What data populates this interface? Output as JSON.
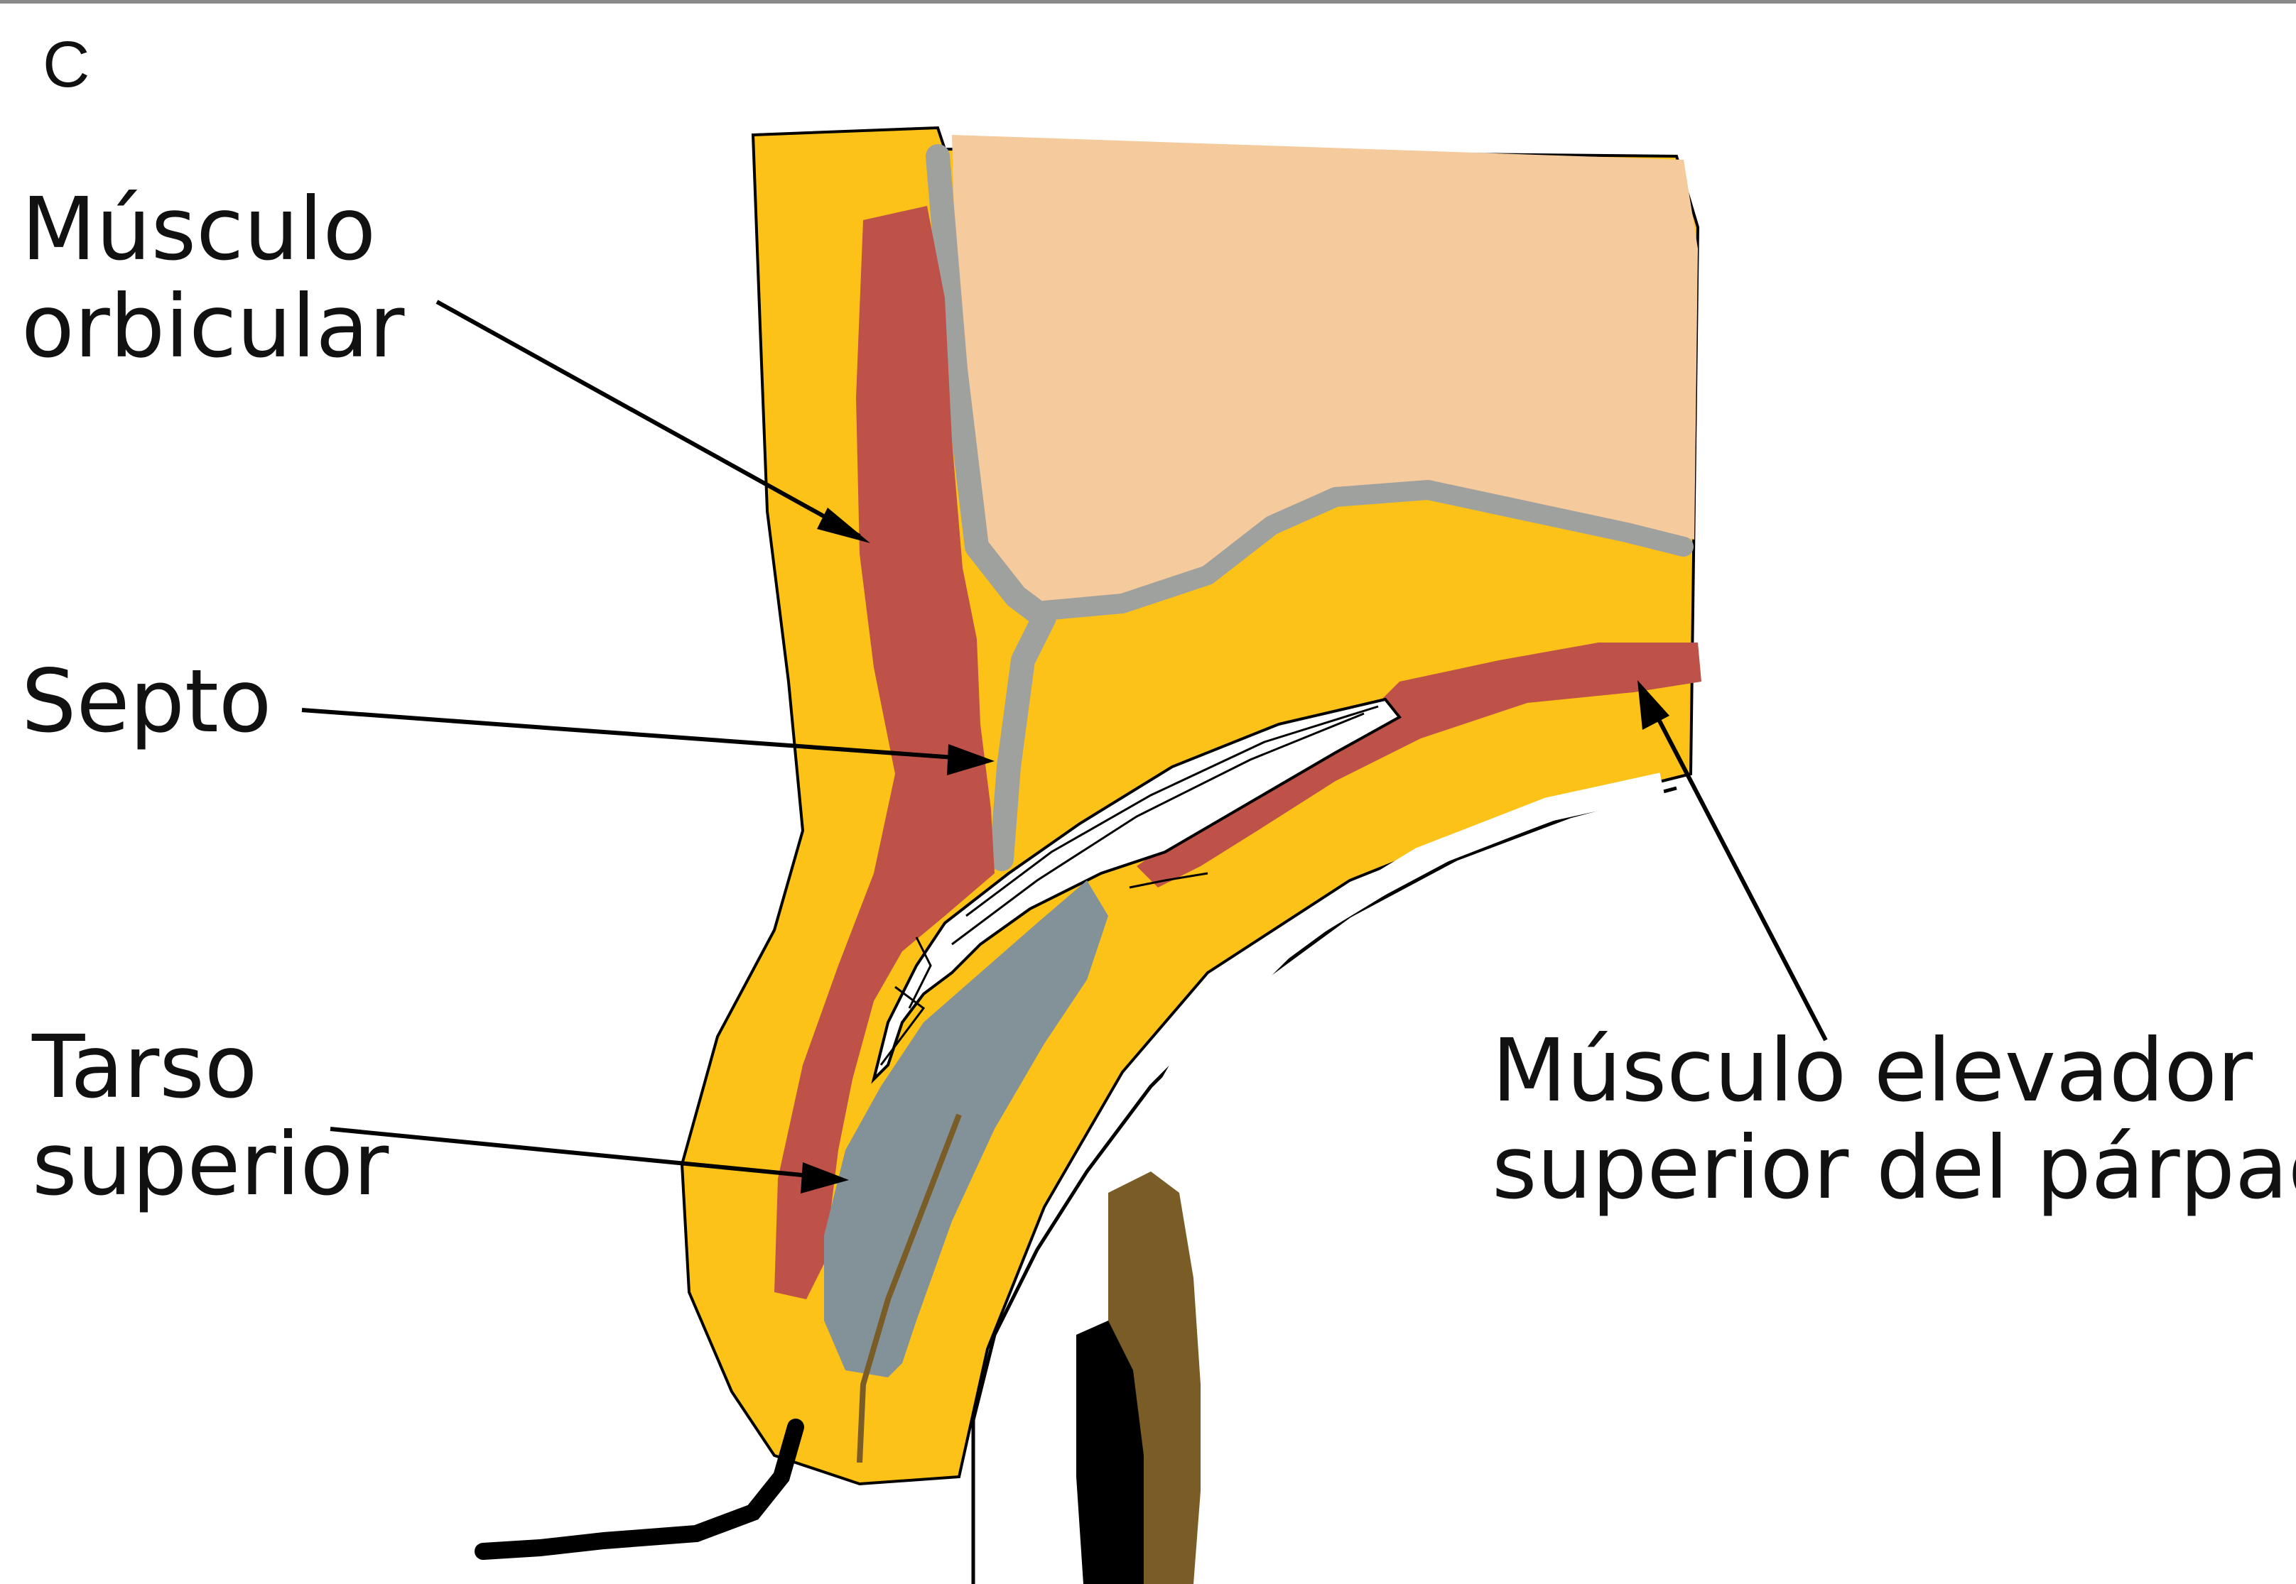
{
  "panel_letter": "C",
  "labels": {
    "orbicular": [
      "Músculo",
      "orbicular"
    ],
    "septo": "Septo",
    "tarso": [
      "Tarso",
      "superior"
    ],
    "elevador": [
      "Músculo elevador",
      "superior del párpado"
    ]
  },
  "colors": {
    "fat": "#FCC218",
    "muscle": "#BE5249",
    "septum": "#9FA19E",
    "orbit_tissue": "#F5CA9C",
    "tarsus": "#839298",
    "lash": "#7A5C26",
    "outline": "#000000"
  }
}
